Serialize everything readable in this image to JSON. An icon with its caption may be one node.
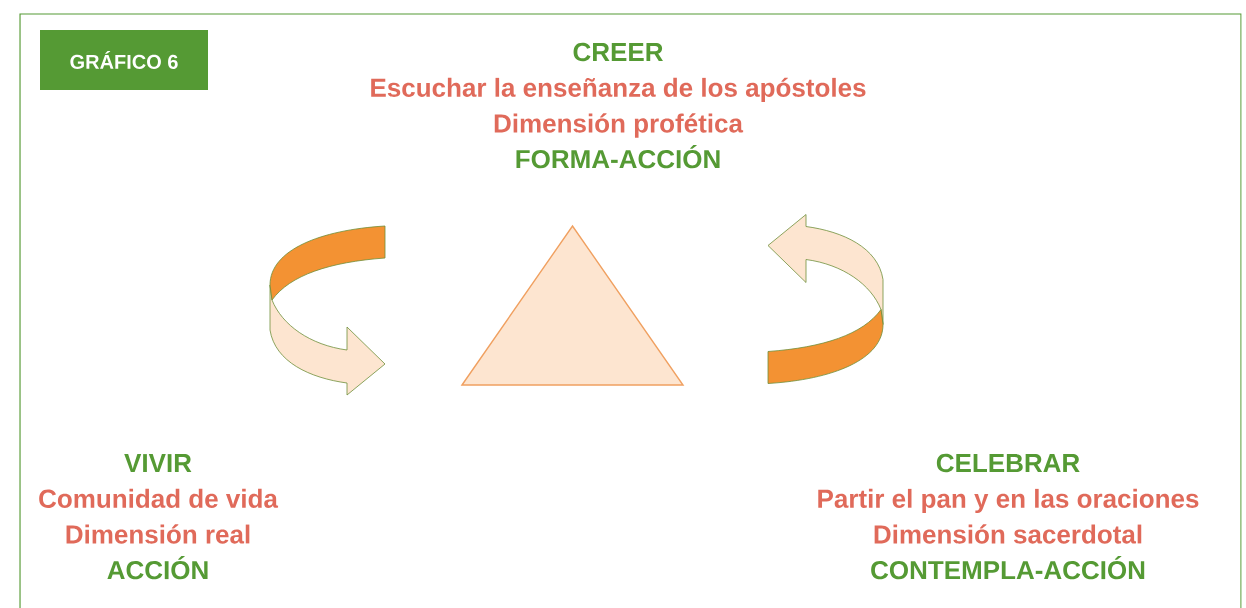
{
  "diagram": {
    "nodes": [
      {
        "text": [
          "GRÁFICO 6"
        ]
      },
      {
        "text": [],
        "shape": "triangle"
      }
    ],
    "labels": [
      "CREER",
      "Escuchar la enseñanza de los apóstoles",
      "Dimensión profética",
      "FORMA-ACCIÓN",
      "VIVIR",
      "Comunidad de vida",
      "Dimensión real",
      "ACCIÓN",
      "CELEBRAR",
      "Partir el pan y en las oraciones",
      "Dimensión sacerdotal",
      "CONTEMPLA-ACCIÓN"
    ]
  }
}
